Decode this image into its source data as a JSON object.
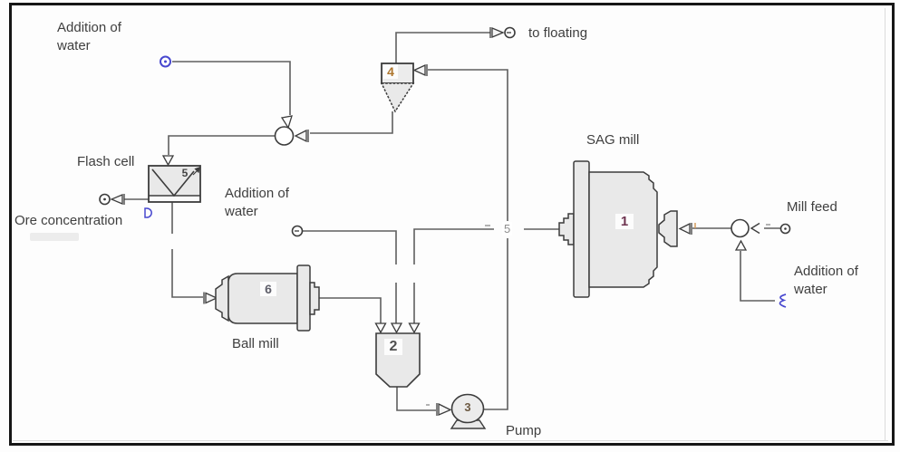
{
  "colors": {
    "pipe": "#5f5f5f",
    "equipment_fill": "#e9e9e9",
    "equipment_stroke": "#3c3c3c",
    "text": "#3f3f3f",
    "water_port_blue": "#4848cf",
    "stream_label_gray": "#8f8f8f"
  },
  "labels": {
    "addition_of_water_top_left": {
      "line1": "Addition of",
      "line2": "water"
    },
    "addition_of_water_middle": {
      "line1": "Addition of",
      "line2": "water"
    },
    "addition_of_water_right": {
      "line1": "Addition of",
      "line2": "water"
    },
    "to_floating": "to floating",
    "flash_cell": "Flash cell",
    "ore_concentration": "Ore concentration",
    "ball_mill": "Ball mill",
    "sag_mill": "SAG mill",
    "mill_feed": "Mill feed",
    "pump": "Pump"
  },
  "units": {
    "sag_mill": {
      "number": "1",
      "number_color": "#6e3450"
    },
    "sump": {
      "number": "2",
      "number_color": "#4f4f4f"
    },
    "pump": {
      "number": "3",
      "number_color": "#6d5a43"
    },
    "cyclone": {
      "number": "4",
      "number_color": "#ad752c"
    },
    "flash_cell": {
      "number": "5",
      "number_color": "#454545"
    },
    "ball_mill": {
      "number": "6",
      "number_color": "#5f5f6a"
    }
  },
  "streams": {
    "sag_discharge_label": "5"
  }
}
